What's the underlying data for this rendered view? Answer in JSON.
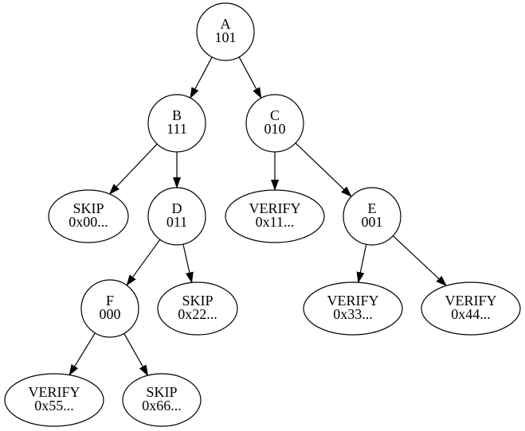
{
  "diagram": {
    "background_color": "#ffffff",
    "stroke_color": "#000000",
    "text_color": "#000000",
    "nodes": [
      {
        "id": "A",
        "label": "A",
        "value": "101",
        "kind": "internal"
      },
      {
        "id": "B",
        "label": "B",
        "value": "111",
        "kind": "internal"
      },
      {
        "id": "C",
        "label": "C",
        "value": "010",
        "kind": "internal"
      },
      {
        "id": "SKIP00",
        "label": "SKIP",
        "value": "0x00...",
        "kind": "leaf"
      },
      {
        "id": "D",
        "label": "D",
        "value": "011",
        "kind": "internal"
      },
      {
        "id": "VERIFY11",
        "label": "VERIFY",
        "value": "0x11...",
        "kind": "leaf"
      },
      {
        "id": "E",
        "label": "E",
        "value": "001",
        "kind": "internal"
      },
      {
        "id": "F",
        "label": "F",
        "value": "000",
        "kind": "internal"
      },
      {
        "id": "SKIP22",
        "label": "SKIP",
        "value": "0x22...",
        "kind": "leaf"
      },
      {
        "id": "VERIFY33",
        "label": "VERIFY",
        "value": "0x33...",
        "kind": "leaf"
      },
      {
        "id": "VERIFY44",
        "label": "VERIFY",
        "value": "0x44...",
        "kind": "leaf"
      },
      {
        "id": "VERIFY55",
        "label": "VERIFY",
        "value": "0x55...",
        "kind": "leaf"
      },
      {
        "id": "SKIP66",
        "label": "SKIP",
        "value": "0x66...",
        "kind": "leaf"
      }
    ],
    "edges": [
      [
        "A",
        "B"
      ],
      [
        "A",
        "C"
      ],
      [
        "B",
        "SKIP00"
      ],
      [
        "B",
        "D"
      ],
      [
        "C",
        "VERIFY11"
      ],
      [
        "C",
        "E"
      ],
      [
        "D",
        "F"
      ],
      [
        "D",
        "SKIP22"
      ],
      [
        "E",
        "VERIFY33"
      ],
      [
        "E",
        "VERIFY44"
      ],
      [
        "F",
        "VERIFY55"
      ],
      [
        "F",
        "SKIP66"
      ]
    ]
  }
}
